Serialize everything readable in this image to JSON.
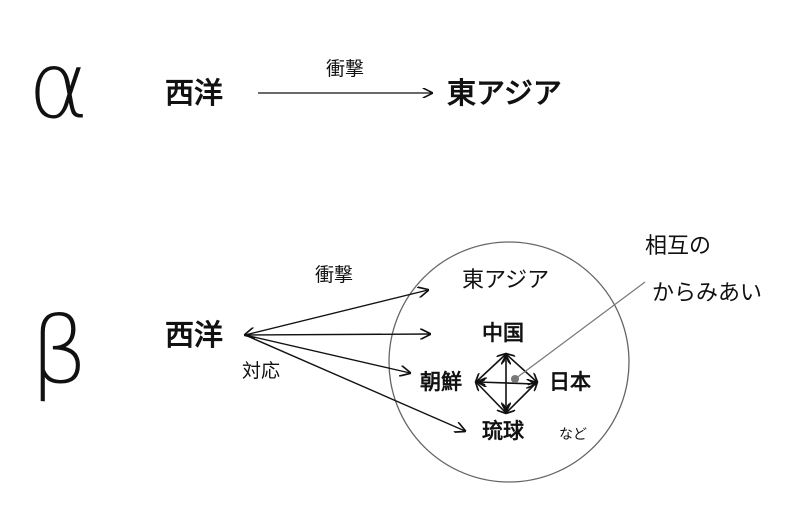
{
  "alpha": {
    "label": "α",
    "source": "西洋",
    "arrow_label": "衝撃",
    "target": "東アジア"
  },
  "beta": {
    "label": "β",
    "source": "西洋",
    "impact_label": "衝撃",
    "response_label": "対応",
    "circle_title": "東アジア",
    "nodes": [
      "中国",
      "朝鮮",
      "日本",
      "琉球"
    ],
    "etc_label": "など",
    "interaction_label_line1": "相互の",
    "interaction_label_line2": "からみあい"
  }
}
